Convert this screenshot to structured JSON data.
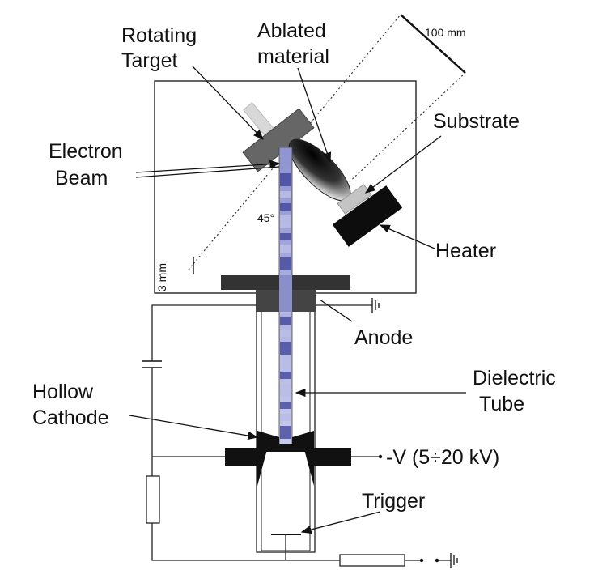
{
  "labels": {
    "rotating_target": [
      "Rotating",
      "Target"
    ],
    "ablated_material": [
      "Ablated",
      "material"
    ],
    "distance": "100 mm",
    "substrate": "Substrate",
    "electron_beam": [
      "Electron",
      "Beam"
    ],
    "angle": "45°",
    "gap": "3 mm",
    "heater": "Heater",
    "anode": "Anode",
    "dielectric_tube": [
      "Dielectric",
      "Tube"
    ],
    "hollow_cathode": [
      "Hollow",
      "Cathode"
    ],
    "voltage": "-V (5÷20 kV)",
    "trigger": "Trigger"
  },
  "colors": {
    "beam_dark": "#3b3f95",
    "beam_light": "#b9bde3",
    "component_dark": "#111111",
    "component_mid": "#555555",
    "component_light": "#bdbdbd"
  }
}
